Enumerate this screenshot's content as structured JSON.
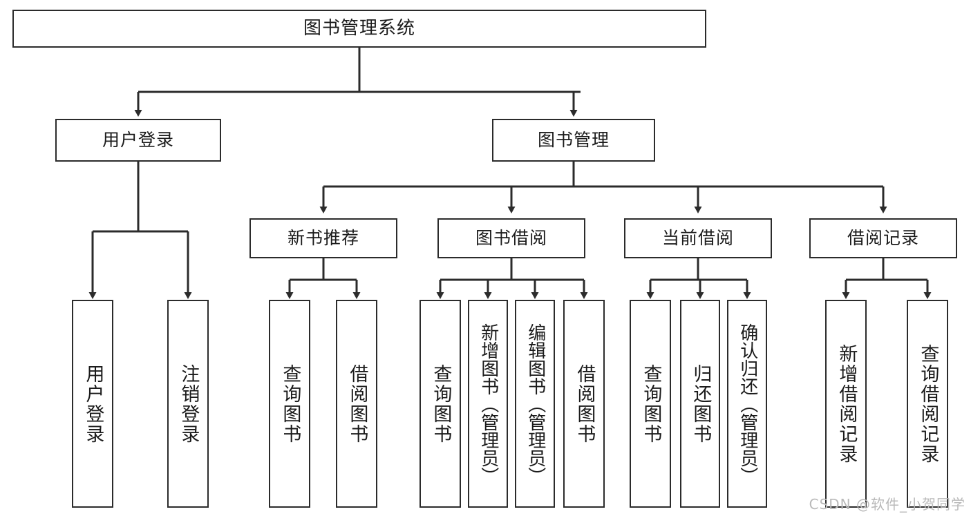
{
  "diagram": {
    "title": "图书管理系统",
    "type": "function-tree",
    "stroke_color": "#2b2b2b",
    "fill_color": "#ffffff",
    "text_color": "#1b1b1b",
    "root": {
      "label": "图书管理系统"
    },
    "level2": [
      {
        "label": "用户登录"
      },
      {
        "label": "图书管理"
      }
    ],
    "level3": [
      {
        "label": "新书推荐"
      },
      {
        "label": "图书借阅"
      },
      {
        "label": "当前借阅"
      },
      {
        "label": "借阅记录"
      }
    ],
    "leaves": {
      "user_login": [
        {
          "label": "用户登录"
        },
        {
          "label": "注销登录"
        }
      ],
      "new_book_recommend": [
        {
          "label": "查询图书"
        },
        {
          "label": "借阅图书"
        }
      ],
      "book_borrow": [
        {
          "label": "查询图书"
        },
        {
          "label": "新增图书（管理员）"
        },
        {
          "label": "编辑图书（管理员）"
        },
        {
          "label": "借阅图书"
        }
      ],
      "current_borrow": [
        {
          "label": "查询图书"
        },
        {
          "label": "归还图书"
        },
        {
          "label": "确认归还（管理员）"
        }
      ],
      "borrow_record": [
        {
          "label": "新增借阅记录"
        },
        {
          "label": "查询借阅记录"
        }
      ]
    }
  },
  "watermark": {
    "text": "CSDN @软件_小贺同学"
  }
}
